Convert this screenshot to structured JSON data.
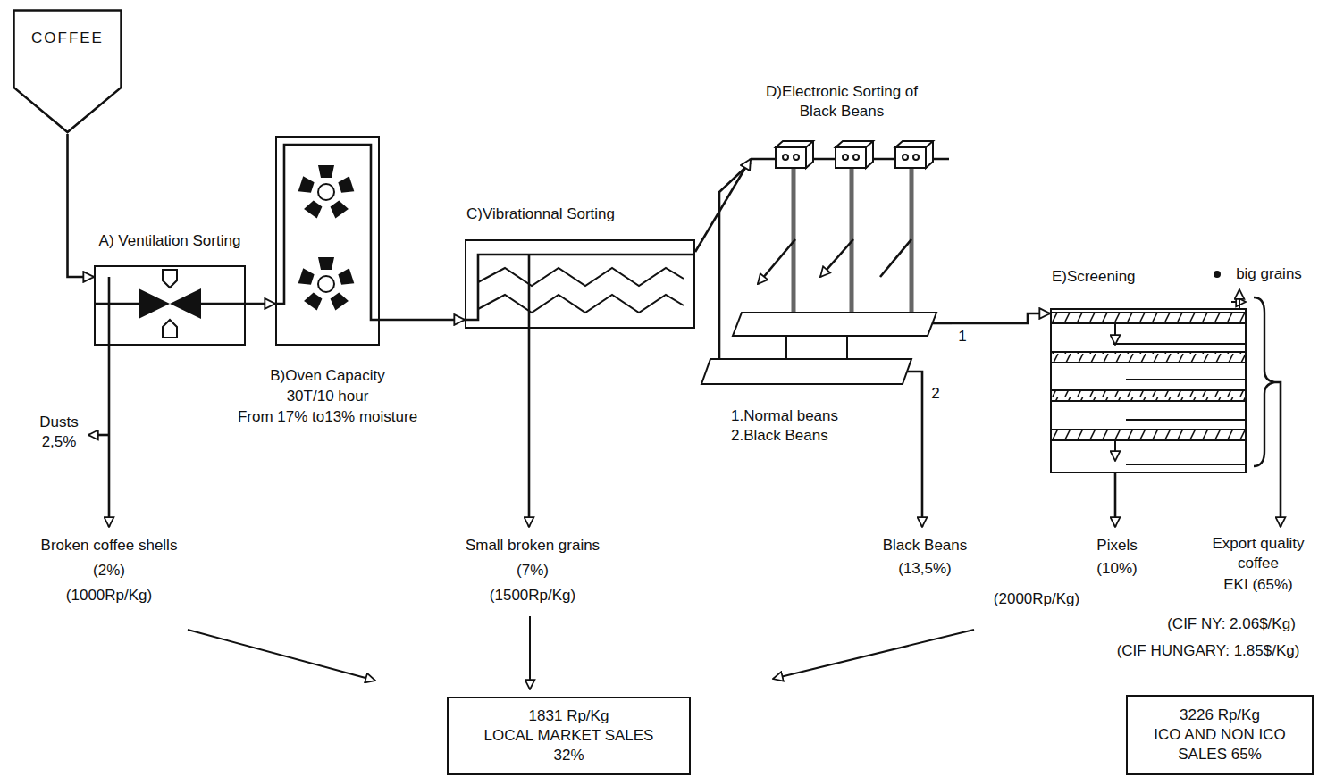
{
  "diagram": {
    "nodes": [
      {
        "text": [
          "COFFEE"
        ]
      },
      {
        "text": [
          "A) Ventilation Sorting"
        ]
      },
      {
        "text": [
          "B)Oven Capacity",
          "30T/10 hour",
          "From 17% to13% moisture"
        ]
      },
      {
        "text": [
          "C)Vibrationnal Sorting"
        ]
      },
      {
        "text": [
          "D)Electronic Sorting of Black Beans",
          "1.Normal beans 2.Black Beans"
        ]
      },
      {
        "text": [
          "E)Screening"
        ]
      },
      {
        "text": [
          "1831 Rp/Kg",
          "LOCAL MARKET SALES 32%"
        ]
      },
      {
        "text": [
          "3226 Rp/Kg",
          "ICO AND NON ICO SALES 65%"
        ]
      }
    ],
    "edges": [
      {
        "from": 0,
        "to": 1,
        "arrow": "to"
      },
      {
        "from": 1,
        "to": 2,
        "arrow": "to"
      },
      {
        "from": 2,
        "to": 3,
        "arrow": "to"
      },
      {
        "from": 3,
        "to": 4,
        "arrow": "to"
      },
      {
        "from": 4,
        "to": 5,
        "arrow": "to"
      }
    ],
    "labels": [
      "Dusts 2,5%",
      "Broken coffee shells",
      "(2%)",
      "(1000Rp/Kg)",
      "Small broken grains",
      "(7%)",
      "(1500Rp/Kg)",
      "1",
      "2",
      "Black Beans",
      "(13,5%)",
      "(2000Rp/Kg)",
      "Pixels",
      "(10%)",
      "big grains",
      "Export quality coffee",
      "EKI (65%)",
      "(CIF NY: 2.06$/Kg)",
      "(CIF HUNGARY: 1.85$/Kg)"
    ]
  }
}
